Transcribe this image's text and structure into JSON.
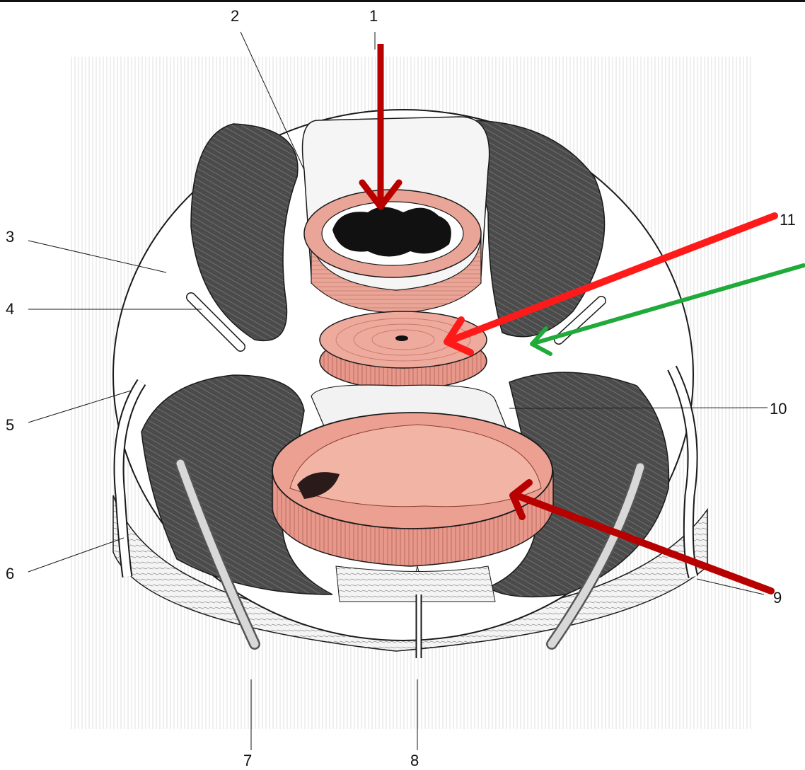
{
  "labels": {
    "n1": "1",
    "n2": "2",
    "n3": "3",
    "n4": "4",
    "n5": "5",
    "n6": "6",
    "n7": "7",
    "n8": "8",
    "n9": "9",
    "n10": "10",
    "n11": "11"
  },
  "colors": {
    "arrow_dark_red": "#b80000",
    "arrow_red": "#ff1a1a",
    "arrow_green": "#1faa3a",
    "tissue_pink": "#e79a8c",
    "muscle_dark": "#4a4a4a",
    "fascia_white": "#ffffff",
    "line": "#1a1a1a"
  }
}
